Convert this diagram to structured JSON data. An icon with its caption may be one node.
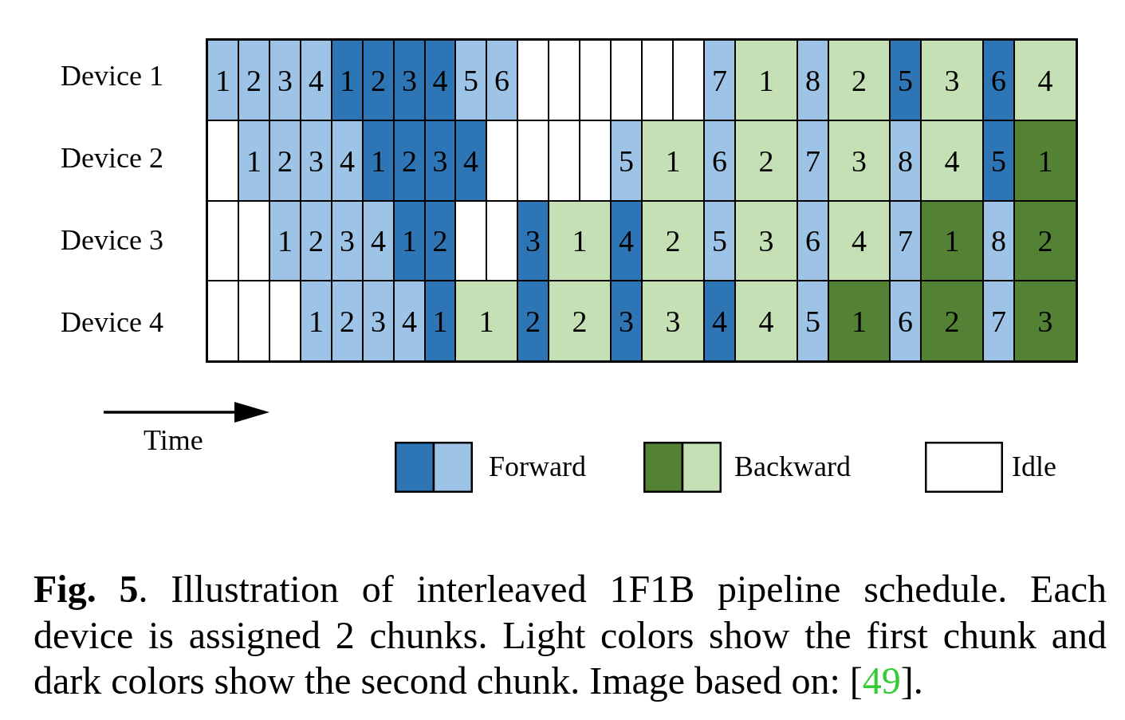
{
  "diagram": {
    "caption": "**Fig. 5**. Illustration of interleaved 1F1B pipeline schedule. Each device is assigned 2 chunks. Light colors show the first chunk and dark colors show the second chunk. Image based on: [49].",
    "nodes": [
      {
        "text": [
          "1"
        ]
      },
      {
        "text": [
          "2"
        ]
      },
      {
        "text": [
          "3"
        ]
      },
      {
        "text": [
          "4"
        ]
      },
      {
        "text": [
          "1"
        ]
      },
      {
        "text": [
          "2"
        ]
      },
      {
        "text": [
          "3"
        ]
      },
      {
        "text": [
          "4"
        ]
      },
      {
        "text": [
          "5"
        ]
      },
      {
        "text": [
          "6"
        ]
      },
      {
        "text": [],
        "shape": "box"
      },
      {
        "text": [],
        "shape": "box"
      },
      {
        "text": [],
        "shape": "box"
      },
      {
        "text": [],
        "shape": "box"
      },
      {
        "text": [],
        "shape": "box"
      },
      {
        "text": [],
        "shape": "box"
      },
      {
        "text": [
          "7"
        ]
      },
      {
        "text": [
          "1"
        ]
      },
      {
        "text": [
          "8"
        ]
      },
      {
        "text": [
          "2"
        ]
      },
      {
        "text": [
          "5"
        ]
      },
      {
        "text": [
          "3"
        ]
      },
      {
        "text": [
          "6"
        ]
      },
      {
        "text": [
          "4"
        ]
      },
      {
        "text": [],
        "shape": "box"
      },
      {
        "text": [
          "1"
        ]
      },
      {
        "text": [
          "2"
        ]
      },
      {
        "text": [
          "3"
        ]
      },
      {
        "text": [
          "4"
        ]
      },
      {
        "text": [
          "1"
        ]
      },
      {
        "text": [
          "2"
        ]
      },
      {
        "text": [
          "3"
        ]
      },
      {
        "text": [
          "4"
        ]
      },
      {
        "text": [],
        "shape": "box"
      },
      {
        "text": [],
        "shape": "box"
      },
      {
        "text": [],
        "shape": "box"
      },
      {
        "text": [],
        "shape": "box"
      },
      {
        "text": [
          "5"
        ]
      },
      {
        "text": [
          "1"
        ]
      },
      {
        "text": [
          "6"
        ]
      },
      {
        "text": [
          "2"
        ]
      },
      {
        "text": [
          "7"
        ]
      },
      {
        "text": [
          "3"
        ]
      },
      {
        "text": [
          "8"
        ]
      },
      {
        "text": [
          "4"
        ]
      },
      {
        "text": [
          "5"
        ]
      },
      {
        "text": [
          "1"
        ]
      },
      {
        "text": [],
        "shape": "box"
      },
      {
        "text": [],
        "shape": "box"
      },
      {
        "text": [
          "1"
        ]
      },
      {
        "text": [
          "2"
        ]
      },
      {
        "text": [
          "3"
        ]
      },
      {
        "text": [
          "4"
        ]
      },
      {
        "text": [
          "1"
        ]
      },
      {
        "text": [
          "2"
        ]
      },
      {
        "text": [],
        "shape": "box"
      },
      {
        "text": [],
        "shape": "box"
      },
      {
        "text": [
          "3"
        ]
      },
      {
        "text": [
          "1"
        ]
      },
      {
        "text": [
          "4"
        ]
      },
      {
        "text": [
          "2"
        ]
      },
      {
        "text": [
          "5"
        ]
      },
      {
        "text": [
          "3"
        ]
      },
      {
        "text": [
          "6"
        ]
      },
      {
        "text": [
          "4"
        ]
      },
      {
        "text": [
          "7"
        ]
      },
      {
        "text": [
          "1"
        ]
      },
      {
        "text": [
          "8"
        ]
      },
      {
        "text": [
          "2"
        ]
      },
      {
        "text": [],
        "shape": "box"
      },
      {
        "text": [],
        "shape": "box"
      },
      {
        "text": [],
        "shape": "box"
      },
      {
        "text": [
          "1"
        ]
      },
      {
        "text": [
          "2"
        ]
      },
      {
        "text": [
          "3"
        ]
      },
      {
        "text": [
          "4"
        ]
      },
      {
        "text": [
          "1"
        ]
      },
      {
        "text": [
          "1"
        ]
      },
      {
        "text": [
          "2"
        ]
      },
      {
        "text": [
          "2"
        ]
      },
      {
        "text": [
          "3"
        ]
      },
      {
        "text": [
          "3"
        ]
      },
      {
        "text": [
          "4"
        ]
      },
      {
        "text": [
          "4"
        ]
      },
      {
        "text": [
          "5"
        ]
      },
      {
        "text": [
          "1"
        ]
      },
      {
        "text": [
          "6"
        ]
      },
      {
        "text": [
          "2"
        ]
      },
      {
        "text": [
          "7"
        ]
      },
      {
        "text": [
          "3"
        ]
      }
    ],
    "labels": [
      "Device 1",
      "Device 2",
      "Device 3",
      "Device 4",
      "Time"
    ],
    "legend": [
      {
        "text": "Forward",
        "color": "#2e75b6"
      },
      {
        "text": "Backward",
        "color": "#548235"
      },
      {
        "text": "Idle"
      }
    ]
  }
}
